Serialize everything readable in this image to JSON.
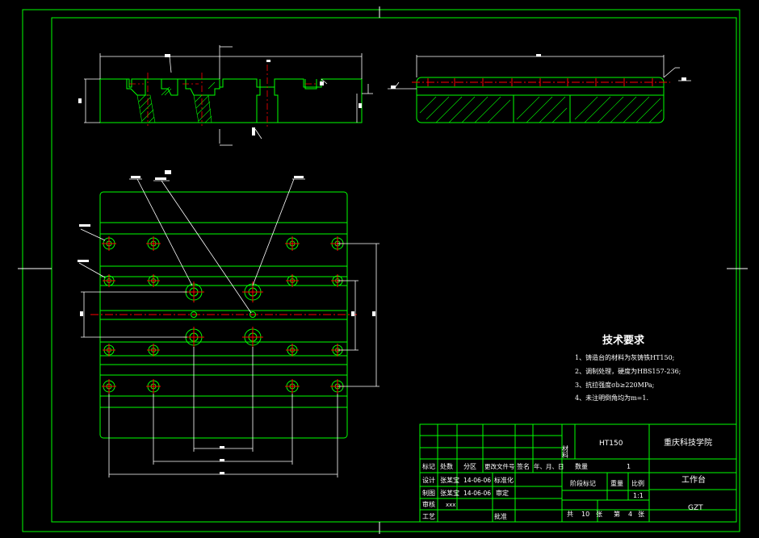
{
  "colors": {
    "background": "#000000",
    "outline": "#00ff00",
    "dimension": "#ffffff",
    "centerline": "#ff0000",
    "text": "#ffffff"
  },
  "tech_requirements": {
    "title": "技术要求",
    "items": [
      "1、铸造台的材料为灰铸铁HT150;",
      "2、调制处理，硬度为HBS157-236;",
      "3、抗拉强度σb≥220MPa;",
      "4、未注明倒角均为m=1."
    ]
  },
  "title_block": {
    "material_label": "材料",
    "material": "HT150",
    "school": "重庆科技学院",
    "part_name": "工作台",
    "drawing_no": "GZT",
    "quantity_label": "数量",
    "quantity": "1",
    "stage_label": "阶段标记",
    "weight_label": "重量",
    "scale_label": "比例",
    "scale": "1:1",
    "sheets_total_label": "共",
    "sheets_total": "10",
    "sheets_unit1": "张",
    "sheet_no_label": "第",
    "sheet_no": "4",
    "sheets_unit2": "张",
    "header": [
      "标记",
      "处数",
      "分区",
      "更改文件号",
      "签名",
      "年、月、日"
    ],
    "design_label": "设计",
    "design_name": "张某宝",
    "design_date": "14-06-06",
    "standard_label": "标准化",
    "draw_label": "制图",
    "draw_name": "张某宝",
    "draw_date": "14-06-06",
    "review_label": "审定",
    "check_label": "审核",
    "check_name": "xxx",
    "craft_label": "工艺",
    "approve_label": "批准"
  }
}
